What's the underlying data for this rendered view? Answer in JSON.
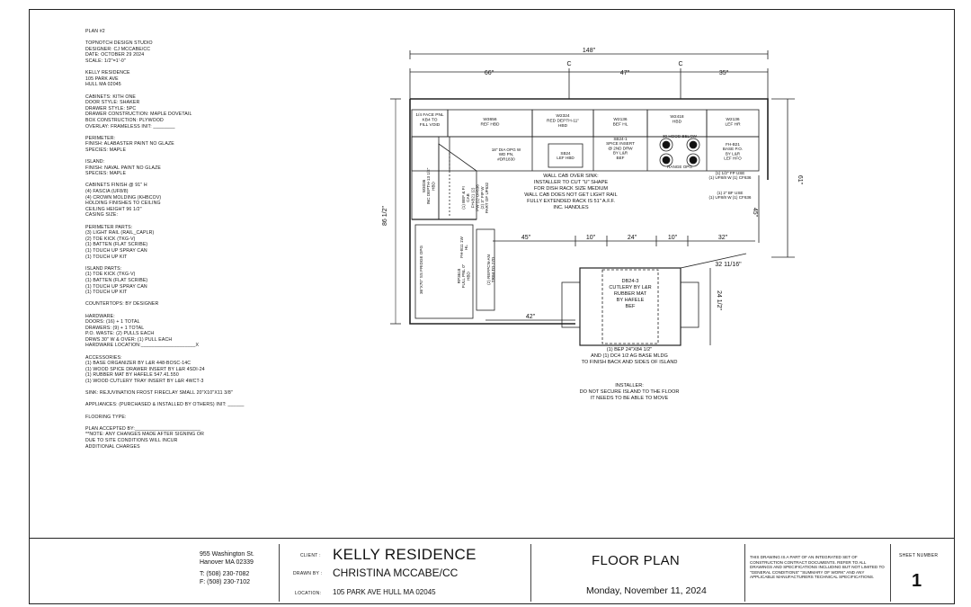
{
  "sheet_notes": [
    "PLAN #2",
    "",
    "TOPNOTCH DESIGN STUDIO",
    "DESIGNER: CJ MCCABE/CC",
    "DATE: OCTOBER 29 2024",
    "SCALE: 1/2\"=1'-0\"",
    "",
    "KELLY RESIDENCE",
    "105 PARK AVE",
    "HULL MA 02045",
    "",
    "CABINETS: KITH ONE",
    "DOOR STYLE: SHAKER",
    "DRAWER STYLE: 5PC",
    "DRAWER CONSTRUCTION: MAPLE DOVETAIL",
    "BOX CONSTRUCTION: PLYWOOD",
    "OVERLAY: FRAMELESS      INIT: ________",
    "",
    "PERIMETER:",
    "FINISH: ALABASTER PAINT NO GLAZE",
    "SPECIES: MAPLE",
    "",
    "ISLAND:",
    "FINISH: NAVAL PAINT NO GLAZE",
    "SPECIES: MAPLE",
    "",
    "CABINETS FINISH @ 91\" H",
    "(4) FASCIA (UF8/8)",
    "(4) CROWN MOLDING (KHBCOV)",
    "HOLDING FINISHES TO CEILING",
    "CEILING HEIGHT 96 1/2\"",
    "CASING SIZE:",
    "",
    "PERIMETER PARTS:",
    "(3) LIGHT RAIL (RAIL_CAPLR)",
    "(2) TOE KICK (TKG-V)",
    "(1) BATTEN (FLAT SCRIBE)",
    "(1) TOUCH UP SPRAY CAN",
    "(1) TOUCH UP KIT",
    "",
    "ISLAND PARTS:",
    "(1) TOE KICK (TKG-V)",
    "(1) BATTEN (FLAT SCRIBE)",
    "(1) TOUCH UP SPRAY CAN",
    "(1) TOUCH UP KIT",
    "",
    "COUNTERTOPS: BY DESIGNER",
    "",
    "HARDWARE:",
    "DOORS: (16) + 1 TOTAL",
    "DRAWERS: (9) + 1 TOTAL",
    "P.O. WASTE: (2) PULLS EACH",
    "DRWS 30\" W & OVER: (1) PULL EACH",
    "HARDWARE LOCATION:____________________X",
    "",
    "ACCESSORIES:",
    "(1) BASE ORGANIZER BY L&R 448-BOSC-14C",
    "(1) WOOD SPICE DRAWER INSERT BY L&R 4SDI-24",
    "(1) RUBBER MAT BY HAFELE 547.41.550",
    "(1) WOOD CUTLERY TRAY INSERT BY L&R 4WCT-3",
    "",
    "SINK: REJUVINATION FROST FIRECLAY SMALL 20\"X10\"X11 3/8\"",
    "",
    "APPLIANCES: (PURCHASED & INSTALLED BY OTHERS) INIT: ______",
    "",
    "FLOORING TYPE:",
    "",
    "PLAN ACCEPTED BY:________________________",
    "**NOTE:  ANY CHANGES MADE AFTER SIGNING OR",
    "DUE TO SITE CONDITIONS WILL INCUR",
    "ADDITIONAL CHARGES"
  ],
  "plan": {
    "dims": {
      "overall_width": "148\"",
      "seg_66": "66\"",
      "seg_47": "47\"",
      "seg_35": "35\"",
      "center_mark_1": "C",
      "center_mark_2": "C",
      "left_height": "86 1/2\"",
      "right_height": "61\"",
      "right_lower": "45\"",
      "run_45": "45\"",
      "run_10a": "10\"",
      "run_24": "24\"",
      "run_10b": "10\"",
      "run_32": "32\"",
      "island_32": "32 11/16\"",
      "island_24": "24 1/2\"",
      "bottom_42": "42\""
    },
    "upper_labels": [
      [
        "1/4 FACE PNL",
        "KB4 TO",
        "FILL VOID"
      ],
      [
        "W3656",
        "REF HBD"
      ],
      [
        "W2324",
        "RED DEPTH-11\"",
        "HBD"
      ],
      [
        "W2136",
        "BEF HL"
      ],
      [
        "W2418",
        "HBD"
      ],
      [
        "W2136",
        "LEF HR"
      ]
    ],
    "base_labels": {
      "sink_cab": [
        "18\" DIA OPG W",
        "WD PN,",
        "#DR1830"
      ],
      "sink": [
        "SB24",
        "LEF HBD"
      ],
      "spice": [
        "SB24-1",
        "SPICE INSERT",
        "@ 2ND DRW",
        "BY L&R",
        "BEF"
      ],
      "range": [
        "RANGE OPG"
      ],
      "hood": [
        "30 HOOD BELOW"
      ],
      "fh_b21": [
        "FH-B21",
        "BASE P.O.",
        "BY L&R",
        "LEF HFO"
      ],
      "fh_use": [
        "(1) 1/2\" FP USE",
        "(1) UF8/8 W (1) CF636"
      ],
      "fp_use2": [
        "(1) 2\" BF USE",
        "(1) UF8/8 W (1) CF636"
      ],
      "corner_w": [
        "W3036",
        "INC DEPTH-13 1/2\"",
        "HBD"
      ],
      "corner_b": [
        "(1) BEF & FI",
        "CAB",
        "FH-B21 (2)",
        "PW (1) OF636",
        "(2) 3\" FIP W",
        "PART OF UF632"
      ],
      "fh_b11": [
        "FH-B11 1W",
        "HL"
      ],
      "ref": [
        "36\"X70\" SS FRIDGE OPG"
      ],
      "ref_panel": [
        "RP3618",
        "FULL PNL 0\"",
        "HBD"
      ],
      "ref_note": [
        "(2) REFPCN-AN",
        "TRIM TO 27D"
      ]
    },
    "sink_note": [
      "WALL CAB OVER SINK:",
      "INSTALLER TO CUT \"U\" SHAPE",
      "FOR DISH RACK SIZE MEDIUM",
      "WALL CAB DOES NOT GET LIGHT RAIL",
      "FULLY EXTENDED RACK IS 51\" A.F.F.",
      "INC. HANDLES"
    ],
    "island_label": [
      "DB24-3",
      "CUTLERY BY L&R",
      "RUBBER MAT",
      "BY HAFELE",
      "BEF"
    ],
    "island_note": [
      "(1) BEP 24\"X84 1/2\"",
      "AND (1) DC4 1/2 AG BASE MLDG",
      "TO FINISH BACK AND SIDES OF ISLAND"
    ],
    "installer_note": [
      "INSTALLER:",
      "DO NOT SECURE ISLAND TO THE FLOOR",
      "IT NEEDS TO BE ABLE TO MOVE"
    ]
  },
  "title_block": {
    "address_1": "955 Washington St.",
    "address_2": "Hanover MA 02339",
    "phone": "T: (508) 230-7082",
    "fax": "F: (508) 230-7102",
    "client_label": "CLIENT :",
    "client_value": "KELLY RESIDENCE",
    "drawn_label": "DRAWN BY :",
    "drawn_value": "CHRISTINA MCCABE/CC",
    "location_label": "LOCATION:",
    "location_value": "105 PARK AVE HULL MA  02045",
    "sheet_title": "FLOOR PLAN",
    "date": "Monday, November 11, 2024",
    "disclaimer": "THIS DRAWING IS A PART OF AN INTEGRATED SET OF CONSTRUCTION CONTRACT DOCUMENTS. REFER TO ALL DRAWINGS AND SPECIFICATIONS INCLUDING BUT NOT LIMITED TO \"GENERAL CONDITIONS\" \"SUMMARY OF WORK\" AND ANY APPLICABLE MANUFACTURERS TECHNICAL SPECIFICATIONS.",
    "sheet_number_label": "SHEET NUMBER",
    "sheet_number": "1"
  }
}
